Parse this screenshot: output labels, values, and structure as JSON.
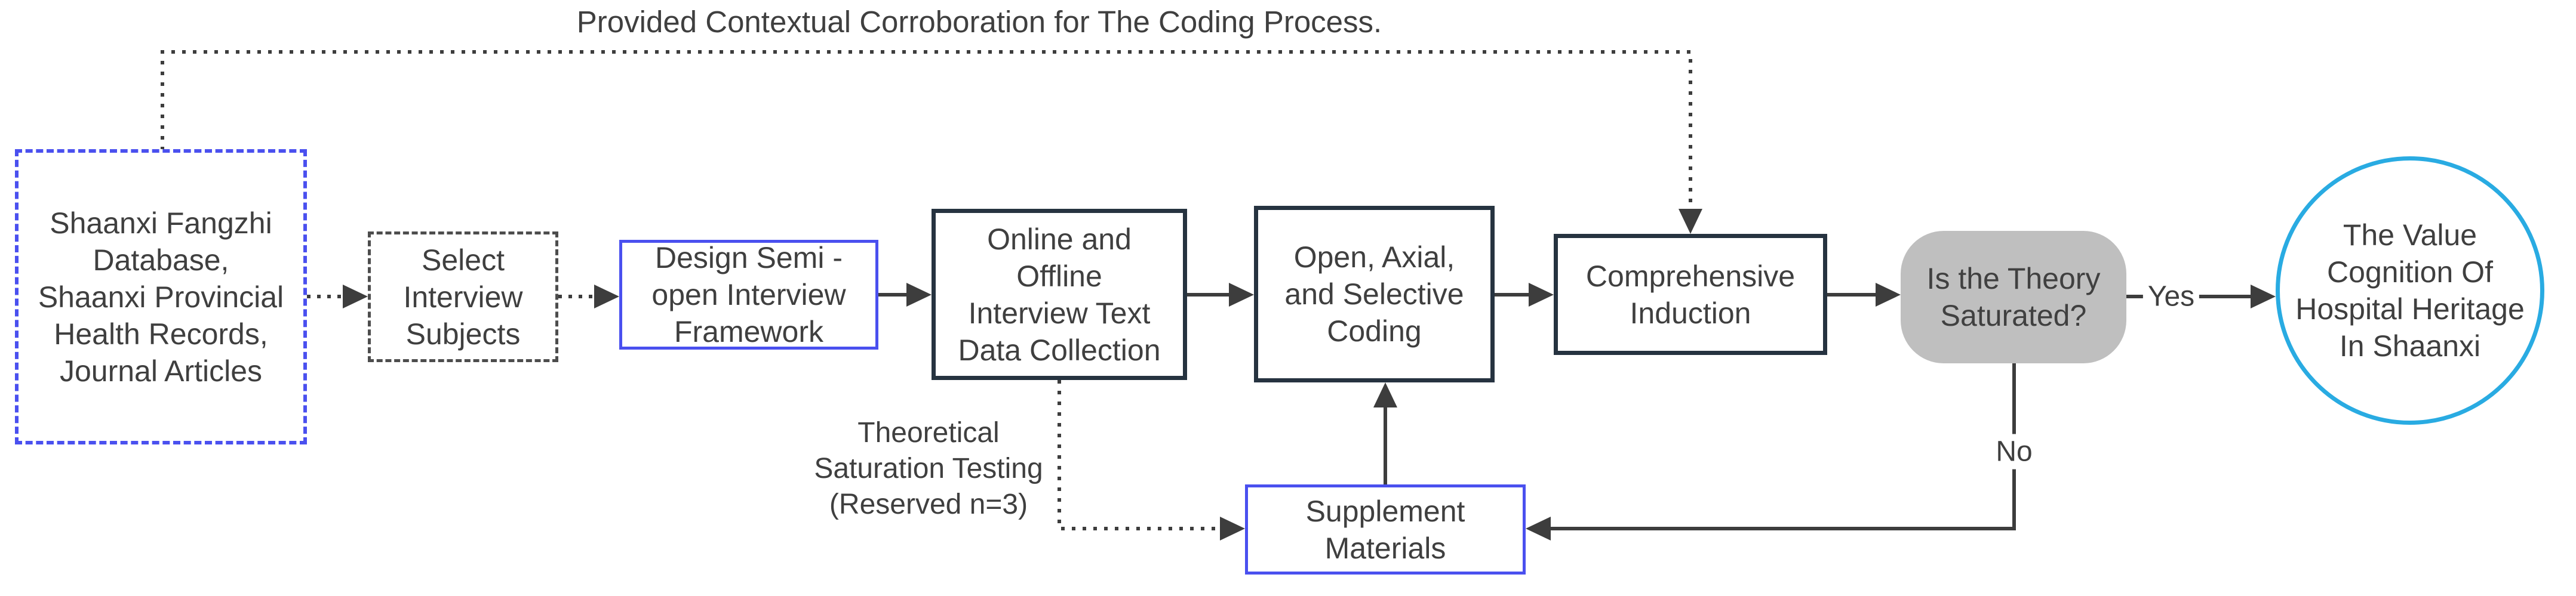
{
  "figure_type": "flowchart",
  "annotations": {
    "top_note": "Provided Contextual Corroboration for The Coding Process.",
    "saturation_note": "Theoretical\nSaturation Testing\n(Reserved n=3)",
    "yes_label": "Yes",
    "no_label": "No"
  },
  "nodes": {
    "source": {
      "label": "Shaanxi Fangzhi\nDatabase,\nShaanxi Provincial\nHealth Records,\nJournal Articles",
      "shape": "rectangle",
      "border_style": "dashed",
      "border_color": "#4a50ef"
    },
    "select": {
      "label": "Select\nInterview\nSubjects",
      "shape": "rectangle",
      "border_style": "dashed",
      "border_color": "#4d4d4d"
    },
    "design": {
      "label": "Design Semi -\nopen Interview\nFramework",
      "shape": "rectangle",
      "border_style": "solid",
      "border_color": "#4a50ef"
    },
    "collection": {
      "label": "Online and\nOffline\nInterview Text\nData Collection",
      "shape": "rectangle",
      "border_style": "solid",
      "border_color": "#263340"
    },
    "coding": {
      "label": "Open, Axial,\nand Selective\nCoding",
      "shape": "rectangle",
      "border_style": "solid",
      "border_color": "#263340"
    },
    "induction": {
      "label": "Comprehensive\nInduction",
      "shape": "rectangle",
      "border_style": "solid",
      "border_color": "#263340"
    },
    "saturated": {
      "label": "Is the Theory\nSaturated?",
      "shape": "rounded-rectangle",
      "fill_color": "#bfbfbf"
    },
    "supplement": {
      "label": "Supplement\nMaterials",
      "shape": "rectangle",
      "border_style": "solid",
      "border_color": "#4a50ef"
    },
    "outcome": {
      "label": "The Value\nCognition Of\nHospital Heritage\nIn Shaanxi",
      "shape": "circle",
      "border_color": "#29abe2"
    }
  },
  "edges": [
    {
      "from": "source",
      "to": "select",
      "style": "dotted"
    },
    {
      "from": "select",
      "to": "design",
      "style": "dotted"
    },
    {
      "from": "design",
      "to": "collection",
      "style": "solid"
    },
    {
      "from": "collection",
      "to": "coding",
      "style": "solid"
    },
    {
      "from": "coding",
      "to": "induction",
      "style": "solid"
    },
    {
      "from": "induction",
      "to": "saturated",
      "style": "solid"
    },
    {
      "from": "saturated",
      "to": "outcome",
      "style": "solid",
      "label": "Yes"
    },
    {
      "from": "saturated",
      "to": "supplement",
      "style": "solid",
      "label": "No"
    },
    {
      "from": "supplement",
      "to": "coding",
      "style": "solid"
    },
    {
      "from": "source",
      "to": "induction",
      "style": "dotted",
      "label": "Provided Contextual Corroboration for The Coding Process."
    },
    {
      "from": "collection",
      "to": "supplement",
      "style": "dotted",
      "label": "Theoretical Saturation Testing (Reserved n=3)"
    }
  ],
  "colors": {
    "accent_blue_violet": "#4a50ef",
    "accent_cyan": "#29abe2",
    "dark_box_border": "#263340",
    "dashed_gray_border": "#4d4d4d",
    "gray_fill": "#bfbfbf",
    "connector_line": "#3d3d3d",
    "text": "#3f3f3f",
    "background": "#ffffff"
  }
}
